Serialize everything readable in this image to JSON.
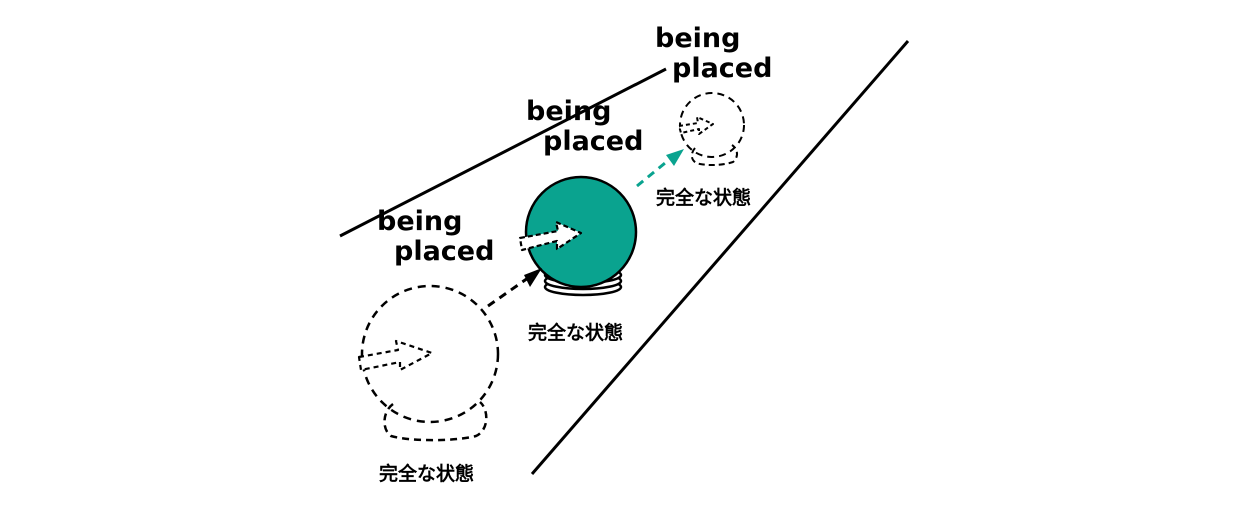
{
  "colors": {
    "ink": "#000000",
    "teal": "#0aa38f",
    "background": "#ffffff"
  },
  "labels": {
    "placing_1": {
      "line1": "being",
      "line2": "placed"
    },
    "placing_2": {
      "line1": "being",
      "line2": "placed"
    },
    "placing_3": {
      "line1": "being",
      "line2": "placed"
    }
  },
  "states": {
    "state_1": "完全な状態",
    "state_2": "完全な状態",
    "state_3": "完全な状態"
  },
  "icons": {
    "ball_dashed_large": "dashed-sphere-icon",
    "ball_solid_teal": "teal-sphere-icon",
    "ball_dashed_small": "dashed-sphere-icon",
    "arrow": "outline-right-arrow-icon"
  }
}
